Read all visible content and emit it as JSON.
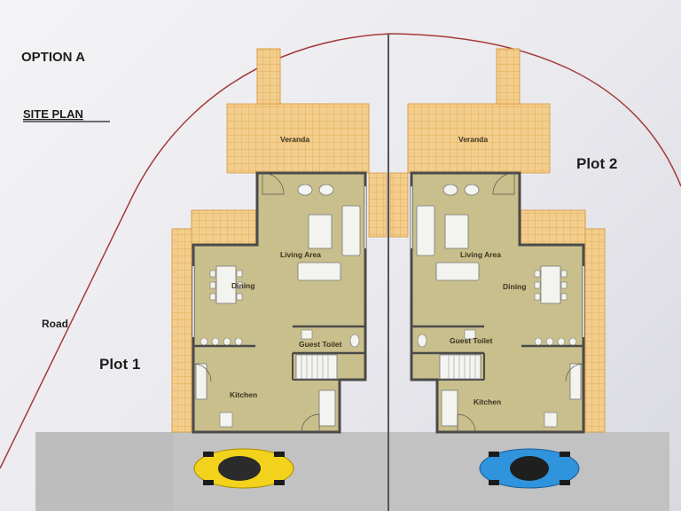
{
  "header": {
    "title": "OPTION A",
    "subtitle": "SITE PLAN"
  },
  "plots": [
    {
      "label": "Plot 1",
      "car": {
        "color": "#f2d21c"
      }
    },
    {
      "label": "Plot 2",
      "car": {
        "color": "#2f94dc"
      }
    }
  ],
  "road_label": "Road",
  "rooms": {
    "veranda": "Veranda",
    "living": "Living Area",
    "dining": "Dining",
    "toilet": "Guest Toilet",
    "kitchen": "Kitchen"
  },
  "colors": {
    "floor": "#c9bf8c",
    "paving": "#f3cd8c",
    "paving_grid": "#e0a94c",
    "wall": "#4a4a4a",
    "driveway": "#bdbdbd",
    "boundary": "#a33b3b"
  }
}
